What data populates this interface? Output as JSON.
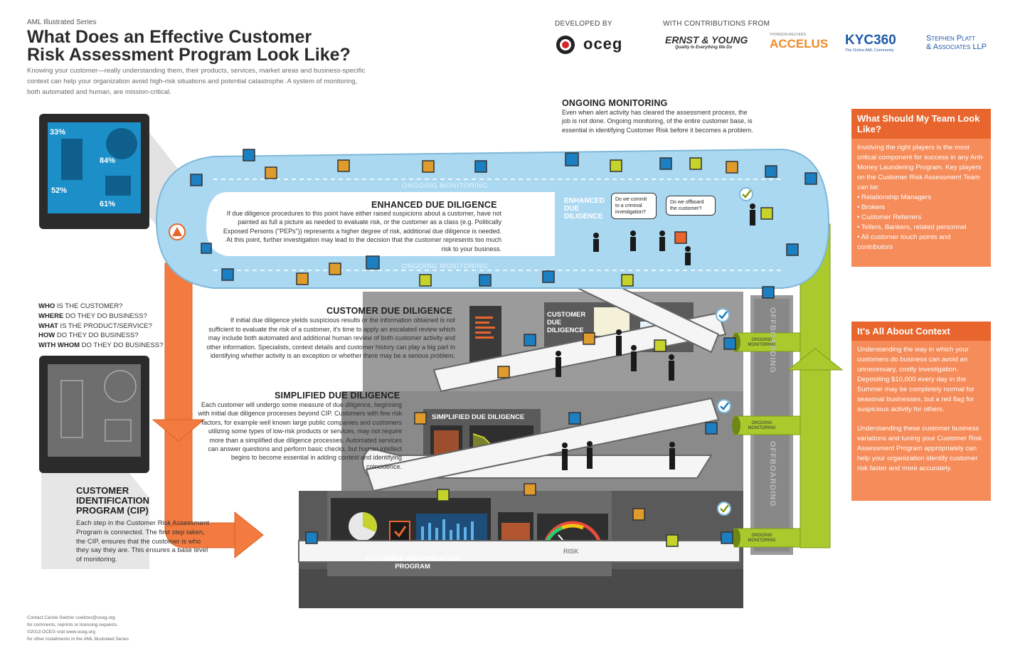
{
  "header": {
    "series": "AML Illustrated Series",
    "title_line1": "What Does an Effective Customer",
    "title_line2": "Risk Assessment Program Look Like?",
    "intro": "Knowing your customer—really understanding them, their products, services, market areas and business-specific context can help your organization avoid high-risk situations and potential catastrophe. A system of monitoring, both automated and human, are mission-critical."
  },
  "sponsors": {
    "developed_by_label": "DEVELOPED BY",
    "contributions_label": "WITH CONTRIBUTIONS FROM",
    "oceg": "oceg",
    "ey": "ERNST & YOUNG",
    "ey_tag": "Quality In Everything We Do",
    "accelus_small": "THOMSON REUTERS",
    "accelus": "ACCELUS",
    "kyc": "KYC360",
    "kyc_tag": "The Online AML Community",
    "sp_line1": "Stephen Platt",
    "sp_line2": "& Associates LLP"
  },
  "ongoing_monitoring": {
    "heading": "ONGOING MONITORING",
    "body": "Even when alert activity has cleared the assessment process, the job is not done. Ongoing monitoring, of the entire customer base, is essential in identifying Customer Risk before it becomes a problem.",
    "track_label": "ONGOING MONITORING"
  },
  "edd": {
    "heading": "ENHANCED DUE DILIGENCE",
    "body": "If due diligence procedures to this point have either raised suspicions about a customer, have not painted as full a picture as needed to evaluate risk, or the customer as a class (e.g. Politically Exposed Persons (\"PEPs\")) represents a higher degree of risk, additional due diligence is needed. At this point, further investigation may lead to the decision that the customer represents too much risk to your business.",
    "machine_label": "ENHANCED DUE DILIGENCE",
    "bubble1": "Do we commit to a criminal investigation?",
    "bubble2": "Do we offboard the customer?"
  },
  "cdd": {
    "heading": "CUSTOMER DUE DILIGENCE",
    "body": "If initial due diligence yields suspicious results or the information obtained is not sufficient to evaluate the risk of a customer, it's time to apply an escalated review which may include both automated and additional human review of both customer activity and other information. Specialists, context details and customer history can play a big part in identifying whether activity is an exception or whether there may be a serious problem.",
    "machine_label": "CUSTOMER DUE DILIGENCE"
  },
  "sdd": {
    "heading": "SIMPLIFIED DUE DILIGENCE",
    "body": "Each customer will undergo some measure of due diligence, beginning with initial due diligence processes beyond CIP. Customers with few risk factors, for example well known large public companies and customers utilizing some types of low-risk products or services, may not require more than a simplified due diligence processes. Automated services can answer questions and perform basic checks, but human intellect begins to become essential in adding context and identifying coincidence.",
    "machine_label": "SIMPLIFIED DUE DILIGENCE"
  },
  "cip": {
    "heading_line1": "CUSTOMER",
    "heading_line2": "IDENTIFICATION",
    "heading_line3": "PROGRAM (CIP)",
    "body": "Each step in the Customer Risk Assessment Program is connected. The first step taken, the CIP, ensures that the customer is who they say they are. This ensures a base level of monitoring.",
    "machine_label": "CUSTOMER IDENTIFICATION PROGRAM",
    "gauge_label": "RISK"
  },
  "questions": [
    {
      "key": "WHO",
      "rest": " IS THE CUSTOMER?"
    },
    {
      "key": "WHERE",
      "rest": " DO THEY DO BUSINESS?"
    },
    {
      "key": "WHAT",
      "rest": " IS THE PRODUCT/SERVICE?"
    },
    {
      "key": "HOW",
      "rest": " DO THEY DO BUSINESS?"
    },
    {
      "key": "WITH WHOM",
      "rest": " DO THEY DO BUSINESS?"
    }
  ],
  "tablet_stats": [
    "33%",
    "84%",
    "52%",
    "61%"
  ],
  "team_box": {
    "heading": "What Should My Team Look Like?",
    "intro": "Involving the right players is the most critical component for success in any Anti-Money Laundering Program. Key players on the Customer Risk Assessment Team can be:",
    "items": [
      "Relationship Managers",
      "Brokers",
      "Customer Referrers",
      "Tellers, Bankers, related personnel",
      "All customer touch points and contributors"
    ]
  },
  "context_box": {
    "heading": "It's All About Context",
    "para1": "Understanding the way in which your customers do business can avoid an unnecessary, costly investigation. Depositing $10,000 every day in the Summer may be completely normal for seasonal businesses, but a red flag for suspicious activity for others.",
    "para2": "Understanding these customer business variations and tuning your Customer Risk Assessment Program appropriately can help your organization identify customer risk faster and more accurately."
  },
  "side_labels": {
    "offboarding": "OFFBOARDING",
    "pipe_label": "ONGOING MONITORING"
  },
  "footer": {
    "line1": "Contact Carole Switzer cswitzer@oceg.org",
    "line2": "for comments, reprints or licensing requests.",
    "line3": "©2013 OCEG visit www.oceg.org",
    "line4": "for other installments in the AML Illustrated Series"
  },
  "colors": {
    "orange": "#f37b3f",
    "orange_dark": "#e8662d",
    "blue_track": "#aad8f1",
    "green_pipe": "#a9c92c",
    "machine": "#5a5a5a"
  }
}
